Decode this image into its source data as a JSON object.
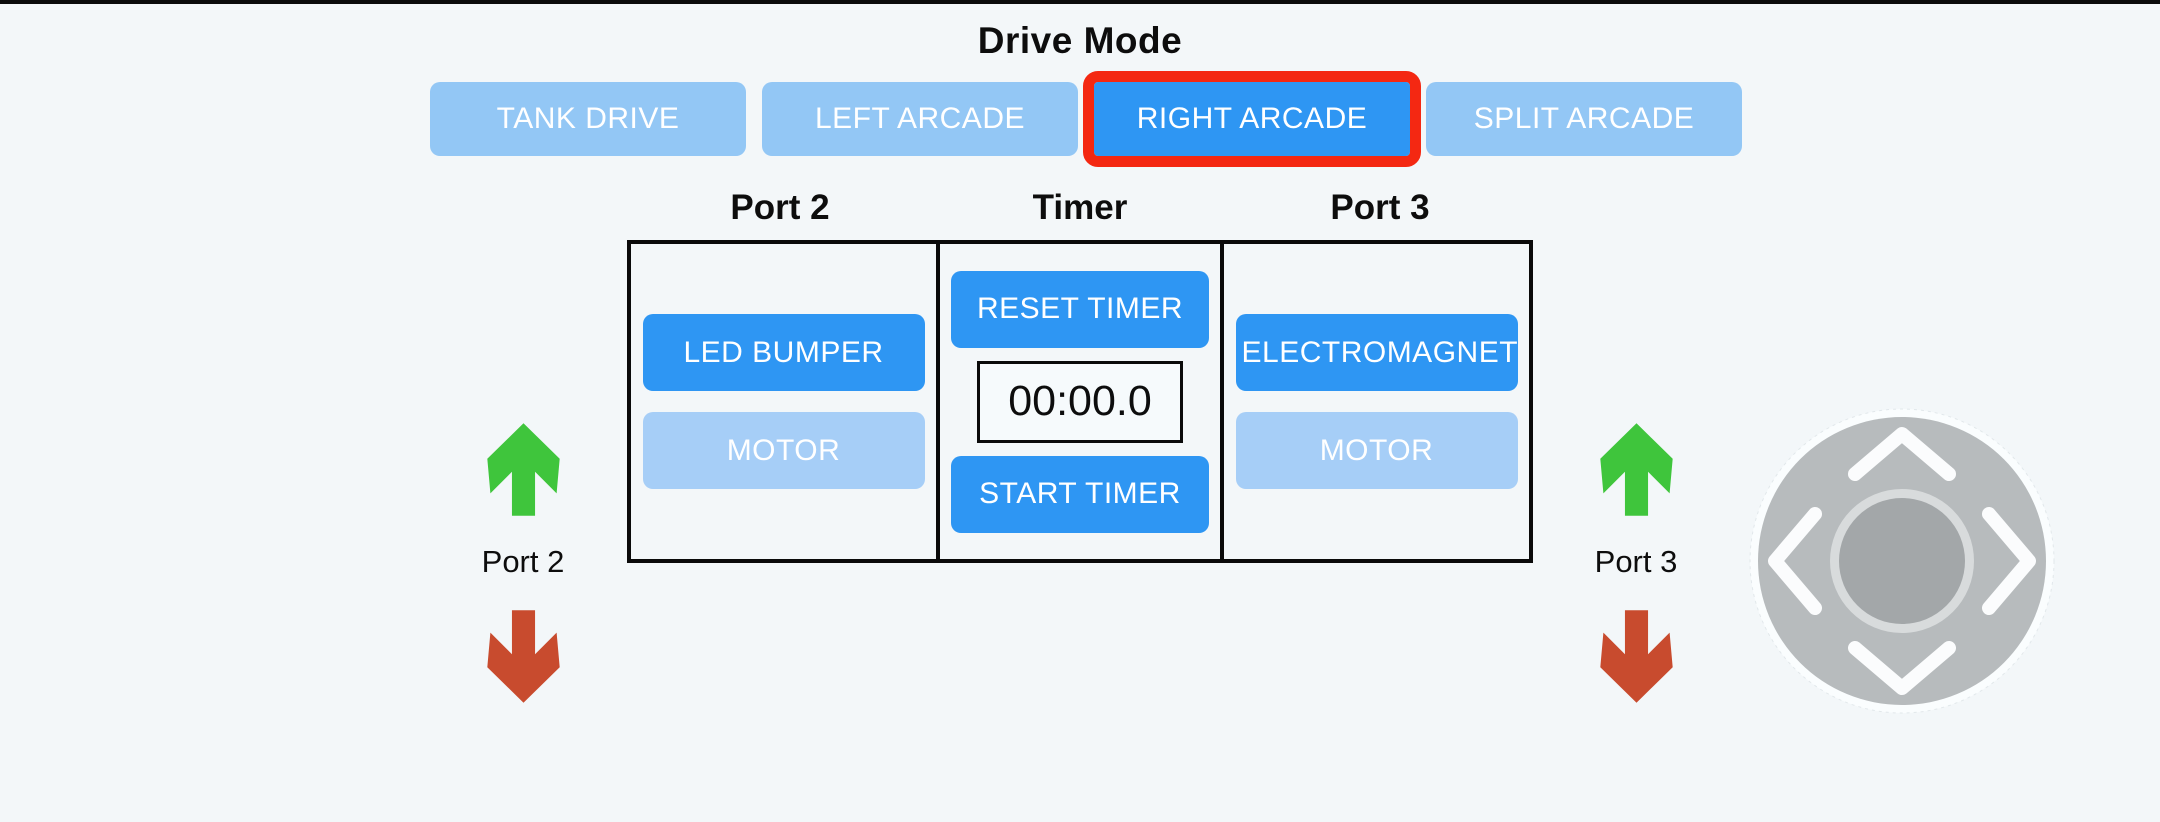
{
  "page": {
    "background": "#f3f7f9",
    "top_bar_color": "#0b0b0b"
  },
  "drive_mode": {
    "title": "Drive Mode",
    "buttons": [
      {
        "label": "TANK DRIVE",
        "active": false
      },
      {
        "label": "LEFT ARCADE",
        "active": false
      },
      {
        "label": "RIGHT ARCADE",
        "active": true
      },
      {
        "label": "SPLIT ARCADE",
        "active": false
      }
    ],
    "colors": {
      "inactive_bg": "#93c7f5",
      "active_bg": "#2e96f3",
      "active_outline": "#f42812",
      "text": "#ffffff"
    }
  },
  "panel": {
    "border_color": "#0a0a0a",
    "columns": [
      {
        "header": "Port 2",
        "buttons": [
          {
            "label": "LED BUMPER",
            "state": "active"
          },
          {
            "label": "MOTOR",
            "state": "inactive"
          }
        ]
      },
      {
        "header": "Timer",
        "reset_label": "RESET TIMER",
        "display_value": "00:00.0",
        "start_label": "START TIMER"
      },
      {
        "header": "Port 3",
        "buttons": [
          {
            "label": "ELECTROMAGNET",
            "state": "active"
          },
          {
            "label": "MOTOR",
            "state": "inactive"
          }
        ]
      }
    ],
    "colors": {
      "active_bg": "#2e96f3",
      "inactive_bg": "#a6cef7"
    }
  },
  "side_controls": {
    "left": {
      "label": "Port 2",
      "up_icon": "green-up-arrow-icon",
      "down_icon": "red-down-arrow-icon"
    },
    "right": {
      "label": "Port 3",
      "up_icon": "green-up-arrow-icon",
      "down_icon": "red-down-arrow-icon"
    },
    "colors": {
      "up_arrow": "#3fc53c",
      "down_arrow": "#c84b2e"
    }
  },
  "joystick": {
    "icon": "joystick-dpad-icon",
    "colors": {
      "halo": "#fafdfe",
      "disc": "#b7bbbd",
      "chevrons": "#fbfcfd",
      "knob_ring": "#d8dbdc",
      "knob": "#a3a7a9"
    }
  }
}
